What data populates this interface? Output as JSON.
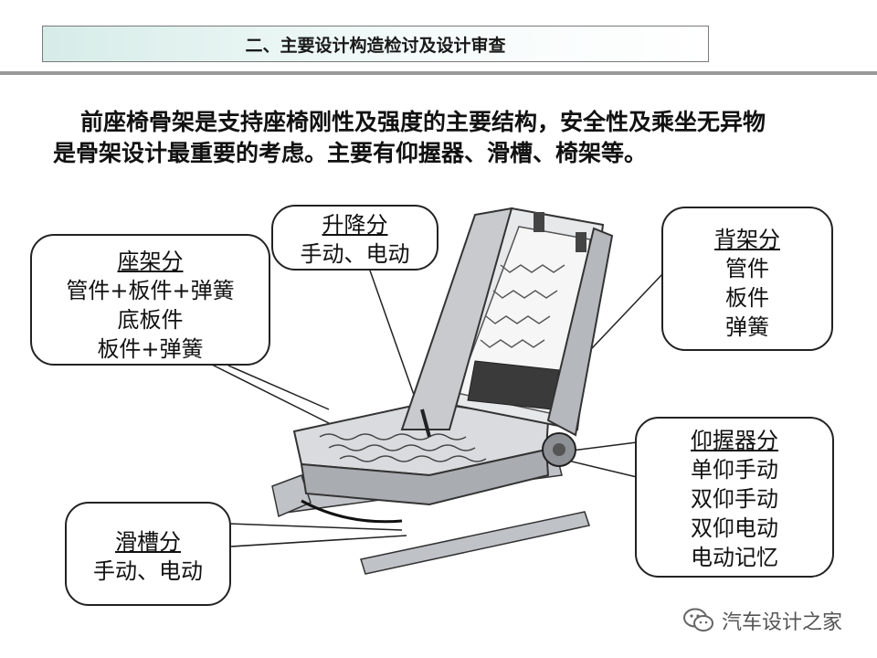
{
  "header": {
    "title": "二、主要设计构造检讨及设计审查"
  },
  "intro": {
    "line1": "前座椅骨架是支持座椅刚性及强度的主要结构，安全性及乘坐无异物",
    "line2": "是骨架设计最重要的考虑。主要有仰握器、滑槽、椅架等。"
  },
  "callouts": {
    "seat_frame": {
      "title": "座架分",
      "items": [
        "管件+板件+弹簧",
        "底板件",
        "板件+弹簧"
      ]
    },
    "lift": {
      "title": "升降分",
      "items": [
        "手动、电动"
      ]
    },
    "back_frame": {
      "title": "背架分",
      "items": [
        "管件",
        "板件",
        "弹簧"
      ]
    },
    "recliner": {
      "title": "仰握器分",
      "items": [
        "单仰手动",
        "双仰手动",
        "双仰电动",
        "电动记忆"
      ]
    },
    "slide": {
      "title": "滑槽分",
      "items": [
        "手动、电动"
      ]
    }
  },
  "watermark": {
    "icon": "wechat-icon",
    "text": "汽车设计之家"
  }
}
